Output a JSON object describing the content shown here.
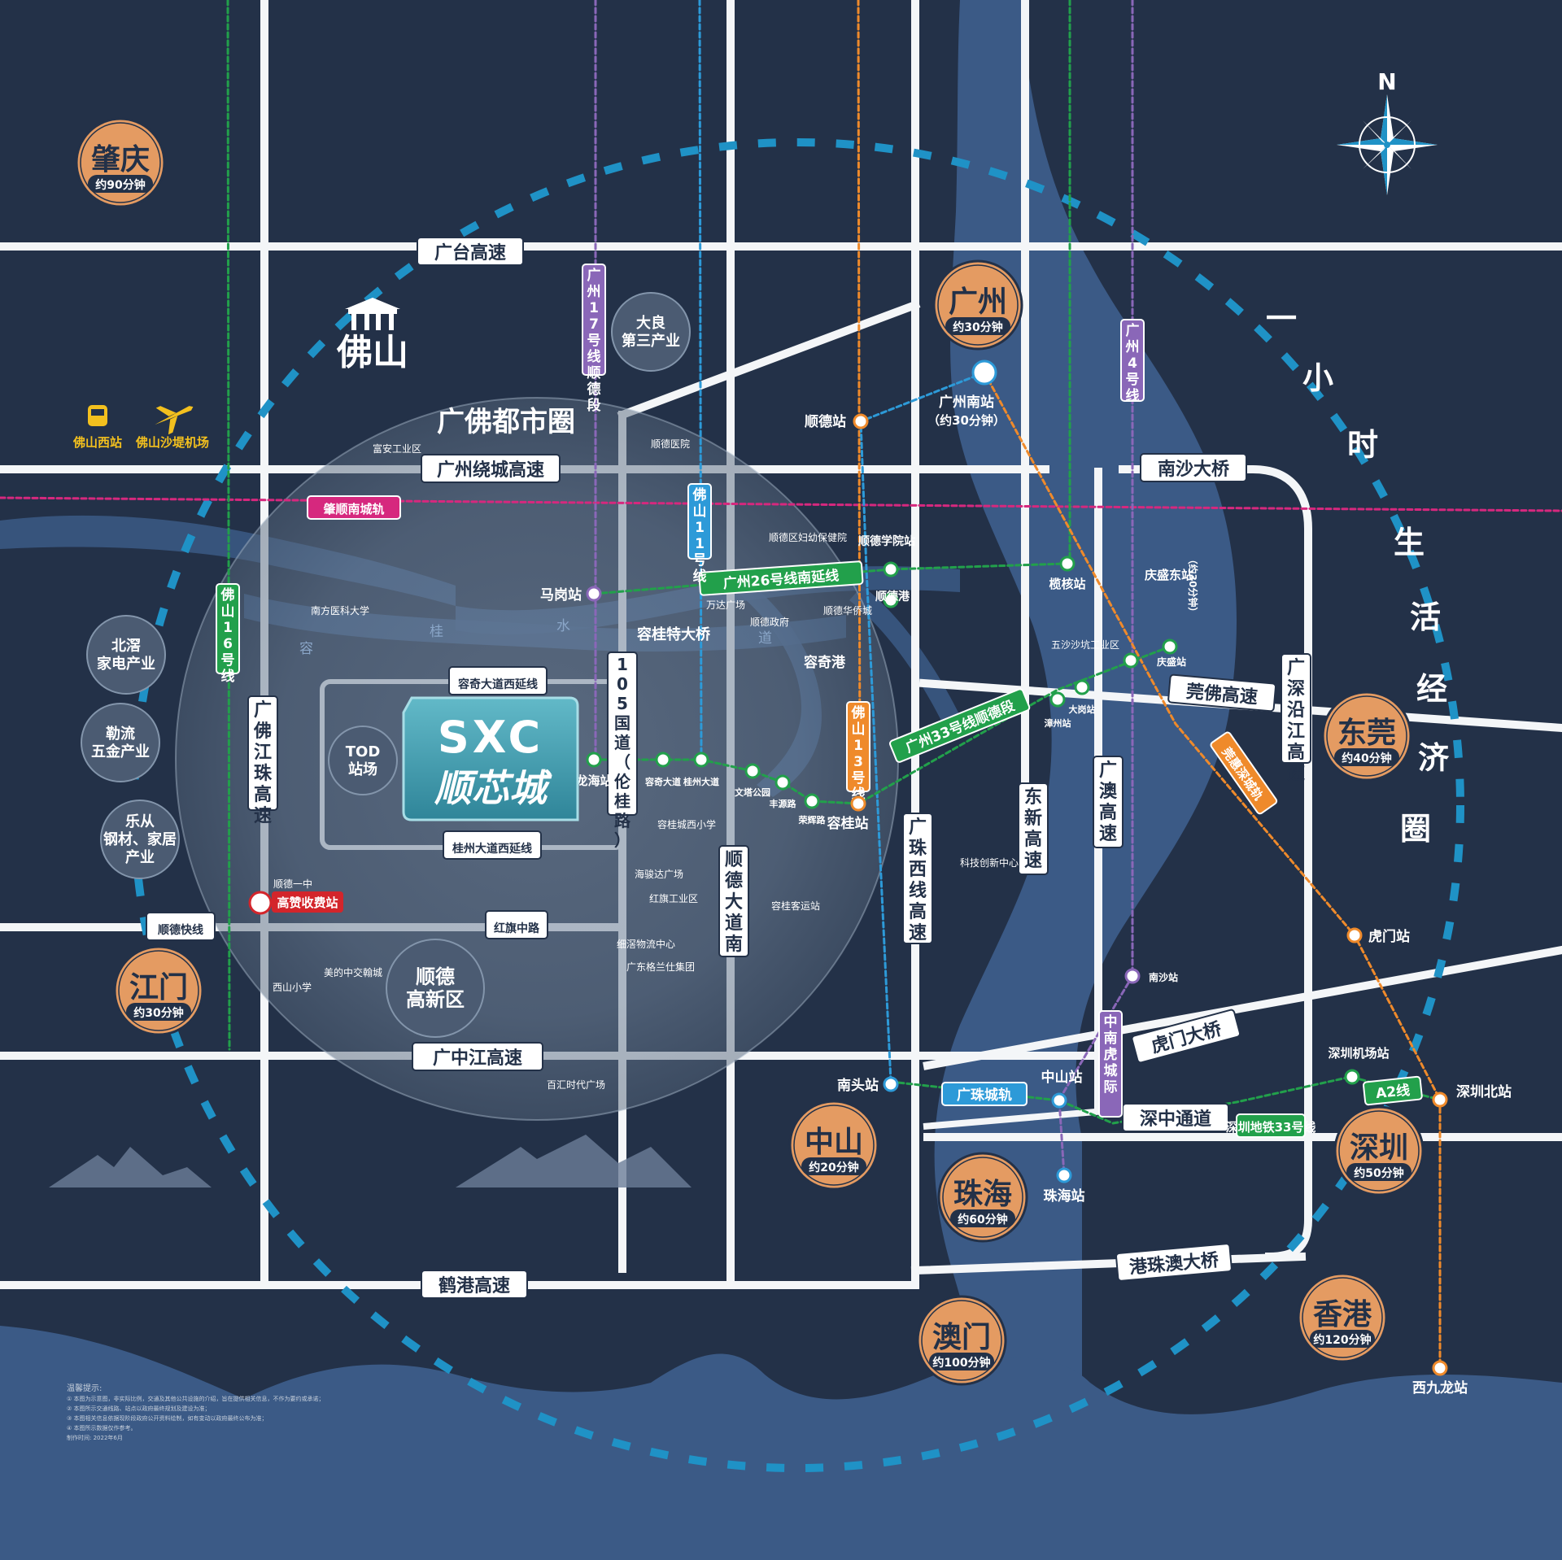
{
  "colors": {
    "background": "#233148",
    "water": "#3b5a86",
    "road": "#f4f6f8",
    "zone_fill": "#6a7c92",
    "city_fill": "#e49b62",
    "city_stroke": "#233148",
    "metro_green": "#22a04b",
    "metro_purple": "#8a67b8",
    "metro_blue": "#2d9ad8",
    "metro_orange": "#ef8a2b",
    "metro_magenta": "#d6287e",
    "label_yellow": "#f3c01e",
    "toll_red": "#d3252b"
  },
  "north_label": "N",
  "circle_title": "广佛都市圈",
  "city_region": "佛山",
  "project": {
    "logo": "SXC",
    "name": "顺芯城"
  },
  "transport_hubs": [
    "佛山西站",
    "佛山沙堤机场"
  ],
  "one_hour_ring": [
    "一",
    "小",
    "时",
    "生",
    "活",
    "经",
    "济",
    "圈"
  ],
  "cities": [
    {
      "key": "zhaoqing",
      "name": "肇庆",
      "time": "约90分钟"
    },
    {
      "key": "guangzhou",
      "name": "广州",
      "time": "约30分钟"
    },
    {
      "key": "dongguan",
      "name": "东莞",
      "time": "约40分钟"
    },
    {
      "key": "jiangmen",
      "name": "江门",
      "time": "约30分钟"
    },
    {
      "key": "zhongshan",
      "name": "中山",
      "time": "约20分钟"
    },
    {
      "key": "zhuhai",
      "name": "珠海",
      "time": "约60分钟"
    },
    {
      "key": "shenzhen",
      "name": "深圳",
      "time": "约50分钟"
    },
    {
      "key": "macau",
      "name": "澳门",
      "time": "约100分钟"
    },
    {
      "key": "hongkong",
      "name": "香港",
      "time": "约120分钟"
    }
  ],
  "zones": {
    "daliang": [
      "大良",
      "第三产业"
    ],
    "beijiao": [
      "北滘",
      "家电产业"
    ],
    "leliu": [
      "勒流",
      "五金产业"
    ],
    "lecong": [
      "乐从",
      "钢材、家居",
      "产业"
    ],
    "tod": [
      "TOD",
      "站场"
    ],
    "gaoxin": [
      "顺德",
      "高新区"
    ]
  },
  "roads": {
    "guangtai": "广台高速",
    "raocheng": "广州绕城高速",
    "guangzhongjiang": "广中江高速",
    "hegang": "鹤港高速",
    "nansha_bridge": "南沙大桥",
    "guanfo": "莞佛高速",
    "humen_bridge": "虎门大桥",
    "shenzhong": "深中通道",
    "gangzhuao": "港珠澳大桥",
    "shunde_kuaixian": "顺德快线",
    "hongqi": "红旗中路",
    "rongqi_west": "容奇大道西延线",
    "guizhou_west": "桂州大道西延线",
    "g105": "105国道（伦桂路）",
    "fojiang_zhuhai": "广佛江珠高速",
    "shunde_dadao_nan": "顺德大道南",
    "guangzhu_west": "广珠西线高速",
    "dongxin": "东新高速",
    "guangao": "广澳高速",
    "guangshen_coast": "广深沿江高速"
  },
  "metro_lines": {
    "zhaoshun": "肇顺南城轨",
    "line26": "广州26号线南延线",
    "line33": "广州33号线顺德段",
    "gz17": "广州17号线顺德段",
    "fs11": "佛山11号线",
    "fs13": "佛山13号线",
    "fs16": "佛山16号线",
    "gz4": "广州4号线",
    "zhongnanhu": "中南虎城际",
    "guanhuishen": "莞惠深城轨",
    "guangzhu": "广珠城轨",
    "sz33": "深圳地铁33号线",
    "a2": "A2线"
  },
  "stations": {
    "shunde": "顺德站",
    "gz_south": "广州南站",
    "gz_south_note": "（约30分钟）",
    "shunde_xueyuan": "顺德学院站",
    "shundegang": "顺德港",
    "lanhe": "榄核站",
    "qingsheng_east": "庆盛东站",
    "qingsheng_east_note": "（约30分钟）",
    "qingsheng": "庆盛站",
    "magang": "马岗站",
    "longhai": "龙海站",
    "rongqi_dadao": "容奇大道",
    "guizhou_dadao": "桂州大道",
    "wenta": "文塔公园",
    "fengyuan": "丰源路",
    "ronghui": "荣辉路",
    "ronggui": "容桂站",
    "chongzhou": "漳州站",
    "dagang": "大岗站",
    "nansha": "南沙站",
    "humen": "虎门站",
    "nantou": "南头站",
    "zhongshan": "中山站",
    "zhuhai": "珠海站",
    "sz_airport": "深圳机场站",
    "sz_north": "深圳北站",
    "xijiulong": "西九龙站"
  },
  "pois": {
    "fuan": "富安工业区",
    "shunde_hospital": "顺德医院",
    "maternity": "顺德区妇幼保健院",
    "wanda": "万达广场",
    "gov": "顺德政府",
    "huaqiao": "顺德华侨城",
    "southern_med": "南方医科大学",
    "ronggangbridge": "容桂特大桥",
    "rongqi_port": "容奇港",
    "wusha": "五沙沙坑工业区",
    "guixi": "容桂城西小学",
    "haijunda": "海骏达广场",
    "hongqi_ind": "红旗工业区",
    "rongui_bus": "容桂客运站",
    "keji": "科技创新中心",
    "xiyong": "细滘物流中心",
    "gree": "广东格兰仕集团",
    "no1": "顺德一中",
    "gaozan_toll": "高赞收费站",
    "meide": "美的中交翰城",
    "xishan": "西山小学",
    "baihui": "百汇时代广场",
    "river_rong": "容",
    "river_gui": "桂",
    "river_shui": "水",
    "river_dao": "道"
  },
  "disclaimer": [
    "温馨提示:",
    "① 本图为示意图，非实际比例，交通及其他公共设施的介绍，旨在提供相关信息，不作为要约或承诺；",
    "② 本图所示交通线路、站点以政府最终规划及建设为准；",
    "③ 本图相关信息依据现阶段政府公开资料绘制，如有变动以政府最终公布为准；",
    "④ 本图所示数据仅作参考。",
    "制作时间: 2022年6月"
  ]
}
